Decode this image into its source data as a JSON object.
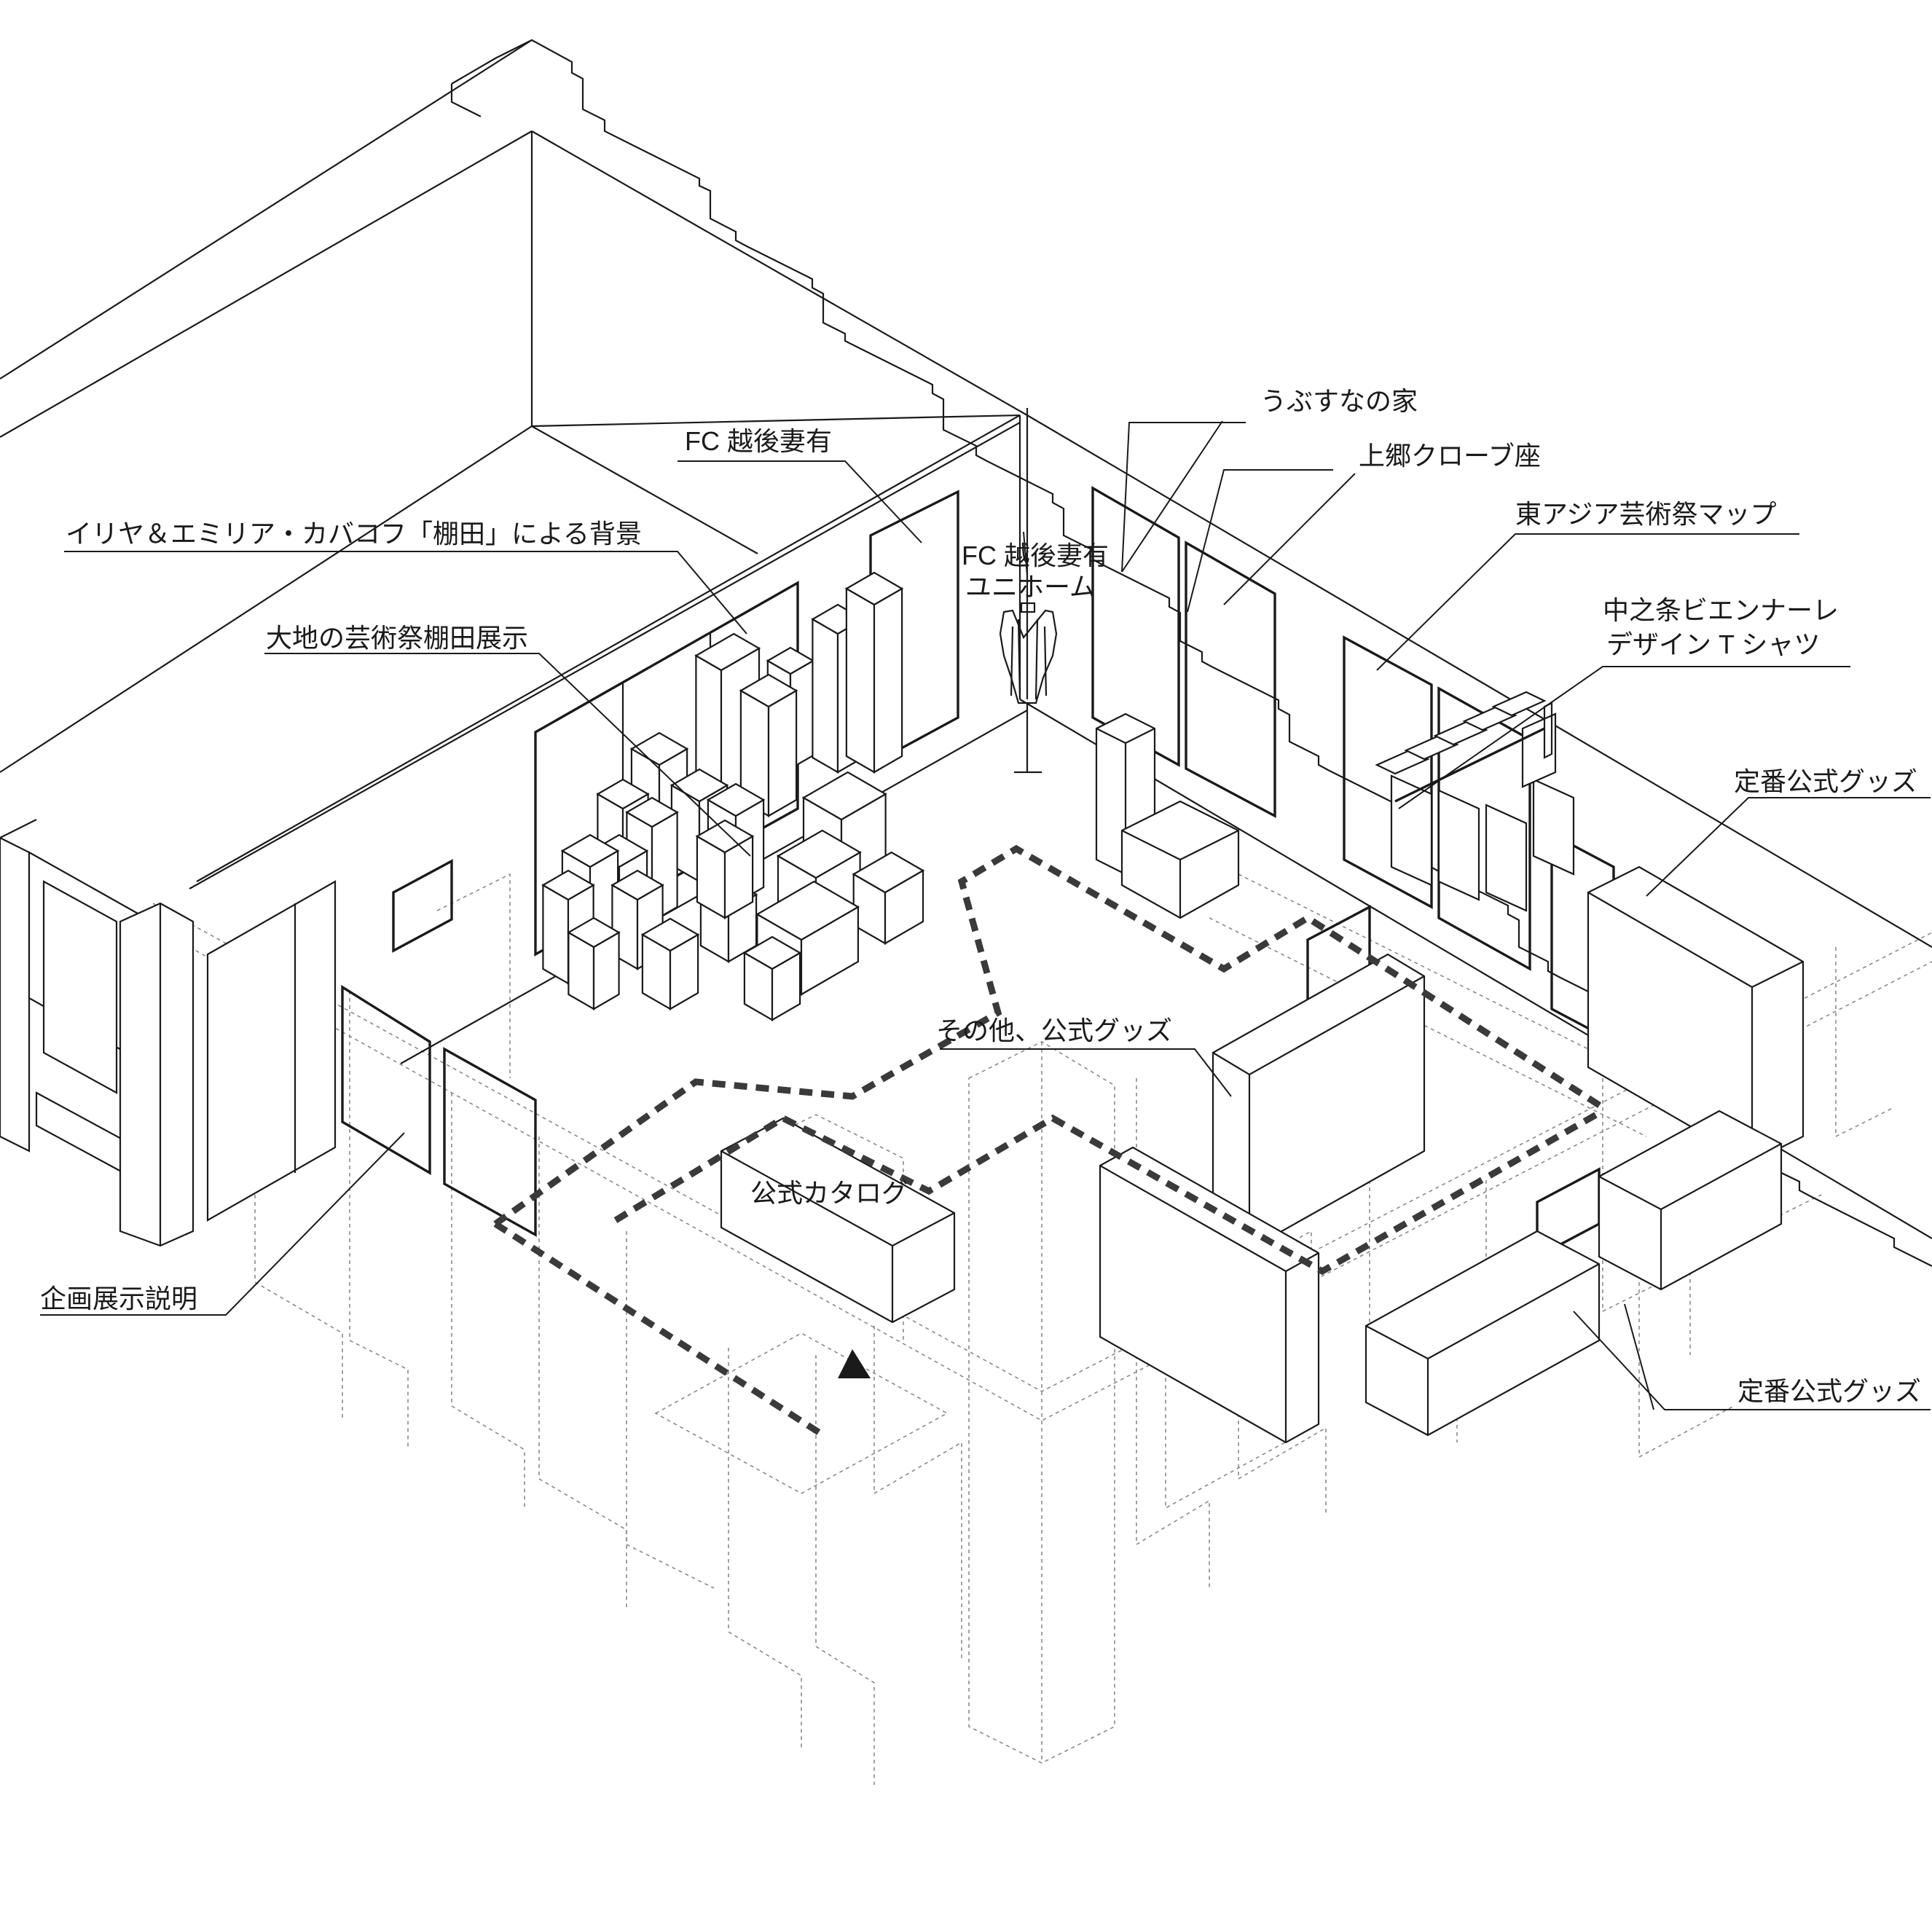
{
  "labels": {
    "ubusuna": "うぶすなの家",
    "fc_echigo_tsumari": "FC 越後妻有",
    "kamigo_clove": "上郷クローブ座",
    "kabakov_background": "イリヤ＆エミリア・カバコフ「棚田」による背景",
    "fc_uniform_line1": "FC 越後妻有",
    "fc_uniform_line2": "ユニホーム",
    "east_asia_map": "東アジア芸術祭マップ",
    "daichi_tanada": "大地の芸術祭棚田展示",
    "nakanojo_line1": "中之条ビエンナーレ",
    "nakanojo_line2": "デザイン T シャツ",
    "standard_goods_upper": "定番公式グッズ",
    "other_goods": "その他、公式グッズ",
    "official_catalog": "公式カタログ",
    "exhibit_description": "企画展示説明",
    "standard_goods_lower": "定番公式グッズ"
  },
  "colors": {
    "line": "#1a1a1a",
    "route": "#3a3a3a",
    "hidden": "#8a8a8a",
    "background": "#ffffff"
  },
  "icons": {
    "route_arrow": "triangle-up",
    "mannequin": "dress-form"
  }
}
